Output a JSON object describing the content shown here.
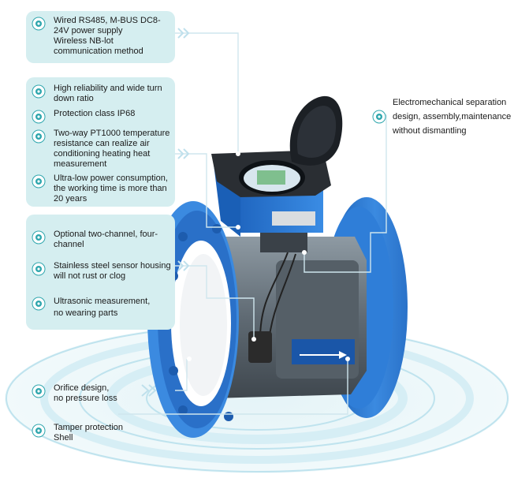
{
  "features": {
    "comm": "Wired RS485, M-BUS DC8-\n24V power supply\nWireless NB-lot\ncommunication method",
    "reliability": "High reliability and wide turn\ndown ratio",
    "protection": "Protection class IP68",
    "pt1000": "Two-way PT1000 temperature\nresistance can realize air\nconditioning heating heat\nmeasurement",
    "power": "Ultra-low power consumption,\nthe working time is more than\n20 years",
    "channel": "Optional two-channel, four-\nchannel",
    "housing": "Stainless steel sensor housing\nwill not rust or clog",
    "ultrasonic": "Ultrasonic measurement,\nno wearing parts",
    "orifice": "Orifice design,\nno pressure loss",
    "tamper": "Tamper protection\nShell",
    "separation": "Electromechanical separation\ndesign, assembly,maintenance\nwithout dismantling"
  },
  "colors": {
    "panel": "#d5eef0",
    "bullet": "#2ea6ad",
    "body_blue": "#2f7ed8",
    "line": "#d9eff4"
  }
}
